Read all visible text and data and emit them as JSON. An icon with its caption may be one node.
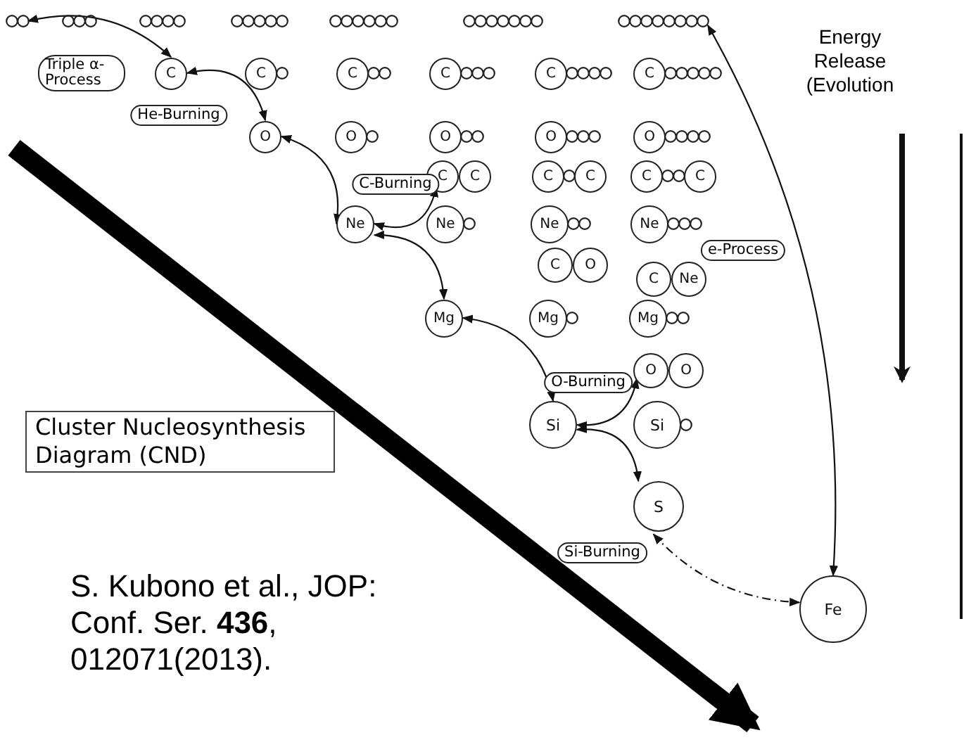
{
  "diagram": {
    "nodes": [
      {
        "text": [],
        "shape": "circle"
      },
      {
        "text": [],
        "shape": "circle"
      },
      {
        "text": [],
        "shape": "circle"
      },
      {
        "text": [],
        "shape": "circle"
      },
      {
        "text": [],
        "shape": "circle"
      },
      {
        "text": [],
        "shape": "circle"
      },
      {
        "text": [],
        "shape": "circle"
      },
      {
        "text": [
          "C"
        ]
      },
      {
        "text": [
          "C"
        ]
      },
      {
        "text": [
          "C"
        ]
      },
      {
        "text": [
          "C"
        ]
      },
      {
        "text": [
          "C"
        ]
      },
      {
        "text": [
          "C"
        ]
      },
      {
        "text": [
          "O"
        ]
      },
      {
        "text": [
          "O"
        ]
      },
      {
        "text": [
          "O"
        ]
      },
      {
        "text": [
          "O"
        ]
      },
      {
        "text": [
          "O"
        ]
      },
      {
        "text": [
          "C",
          "C"
        ]
      },
      {
        "text": [
          "C",
          "C"
        ]
      },
      {
        "text": [
          "C",
          "C"
        ]
      },
      {
        "text": [
          "Ne"
        ]
      },
      {
        "text": [
          "Ne"
        ]
      },
      {
        "text": [
          "Ne"
        ]
      },
      {
        "text": [
          "Ne"
        ]
      },
      {
        "text": [
          "C",
          "O"
        ]
      },
      {
        "text": [
          "C",
          "Ne"
        ]
      },
      {
        "text": [
          "Mg"
        ]
      },
      {
        "text": [
          "Mg"
        ]
      },
      {
        "text": [
          "Mg"
        ]
      },
      {
        "text": [
          "O",
          "O"
        ]
      },
      {
        "text": [
          "Si"
        ]
      },
      {
        "text": [
          "Si"
        ]
      },
      {
        "text": [
          "S"
        ]
      },
      {
        "text": [
          "Fe"
        ]
      },
      {
        "text": [
          "Cluster Nucleosynthesis Diagram (CND)"
        ]
      }
    ],
    "edges": [
      {
        "from": 0,
        "to": 7,
        "arrow": "both",
        "label": "Triple α-Process"
      },
      {
        "from": 7,
        "to": 13,
        "arrow": "both",
        "label": "He-Burning"
      },
      {
        "from": 13,
        "to": 21,
        "arrow": "both"
      },
      {
        "from": 18,
        "to": 21,
        "arrow": "both",
        "label": "C-Burning"
      },
      {
        "from": 21,
        "to": 27,
        "arrow": "both"
      },
      {
        "from": 27,
        "to": 31,
        "arrow": "both"
      },
      {
        "from": 30,
        "to": 31,
        "arrow": "both",
        "label": "O-Burning"
      },
      {
        "from": 31,
        "to": 33,
        "arrow": "both"
      },
      {
        "from": 33,
        "to": 34,
        "arrow": "both",
        "label": "Si-Burning",
        "style": "dashed"
      },
      {
        "from": 34,
        "to": 6,
        "arrow": "both",
        "label": "e-Process"
      }
    ],
    "labels": [
      "Energy Release (Evolution",
      "S. Kubono et al., JOP: Conf. Ser. **436**, 012071(2013)."
    ]
  }
}
